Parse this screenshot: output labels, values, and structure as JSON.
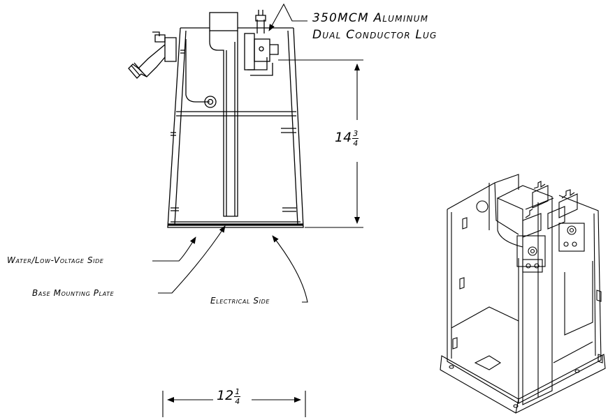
{
  "labels": {
    "lug_line1": "350MCM Aluminum",
    "lug_line2": "Dual Conductor Lug",
    "water_side": "Water/Low-Voltage Side",
    "base_plate": "Base Mounting Plate",
    "electrical_side": "Electrical Side"
  },
  "dimensions": {
    "height": {
      "whole": "14",
      "num": "3",
      "den": "4"
    },
    "width": {
      "whole": "12",
      "num": "1",
      "den": "4"
    }
  }
}
